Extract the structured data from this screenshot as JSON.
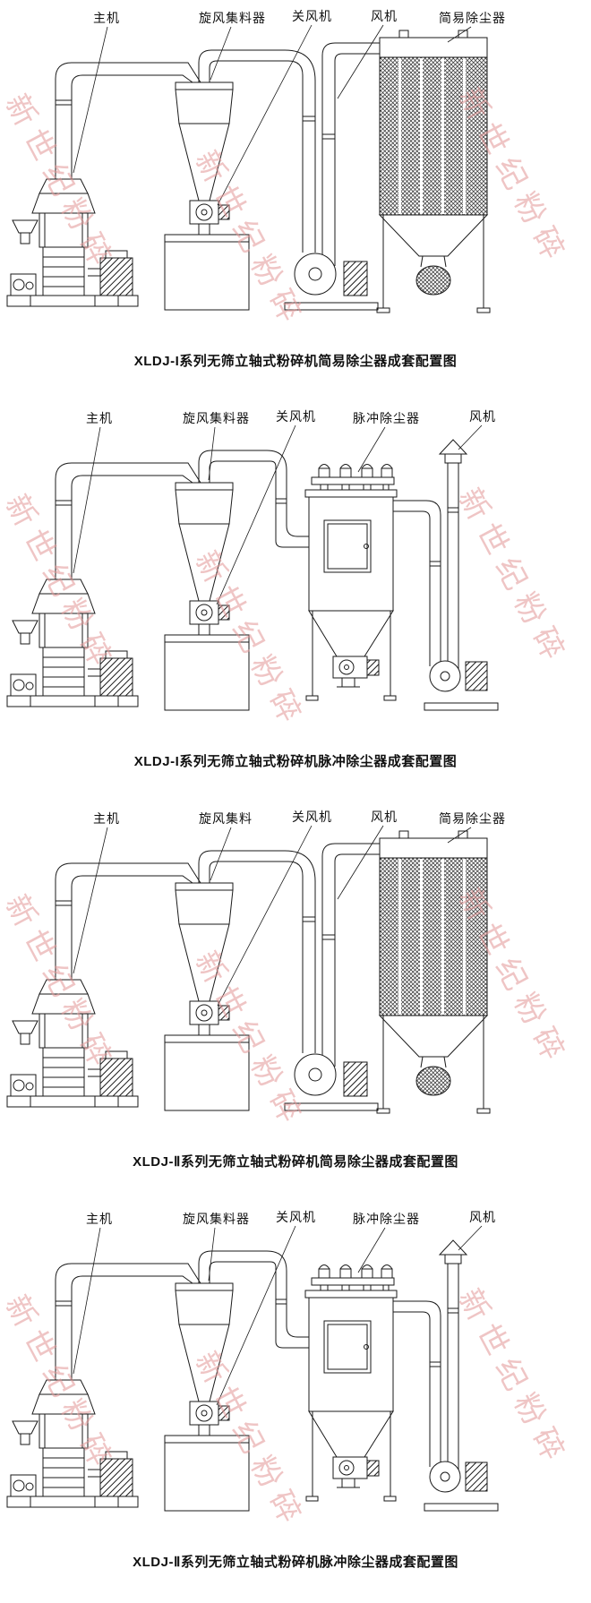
{
  "watermark": "新世纪粉碎",
  "colors": {
    "line": "#1a1a1a",
    "watermark": "#e29696",
    "background": "#ffffff"
  },
  "panels": [
    {
      "labels": [
        "主机",
        "旋风集料器",
        "关风机",
        "风机",
        "简易除尘器"
      ],
      "caption": "XLDJ-I系列无筛立轴式粉碎机简易除尘器成套配置图"
    },
    {
      "labels": [
        "主机",
        "旋风集料器",
        "关风机",
        "脉冲除尘器",
        "风机"
      ],
      "caption": "XLDJ-I系列无筛立轴式粉碎机脉冲除尘器成套配置图"
    },
    {
      "labels": [
        "主机",
        "旋风集料",
        "关风机",
        "风机",
        "简易除尘器"
      ],
      "caption": "XLDJ-Ⅱ系列无筛立轴式粉碎机简易除尘器成套配置图"
    },
    {
      "labels": [
        "主机",
        "旋风集料器",
        "关风机",
        "脉冲除尘器",
        "风机"
      ],
      "caption": "XLDJ-Ⅱ系列无筛立轴式粉碎机脉冲除尘器成套配置图"
    }
  ]
}
